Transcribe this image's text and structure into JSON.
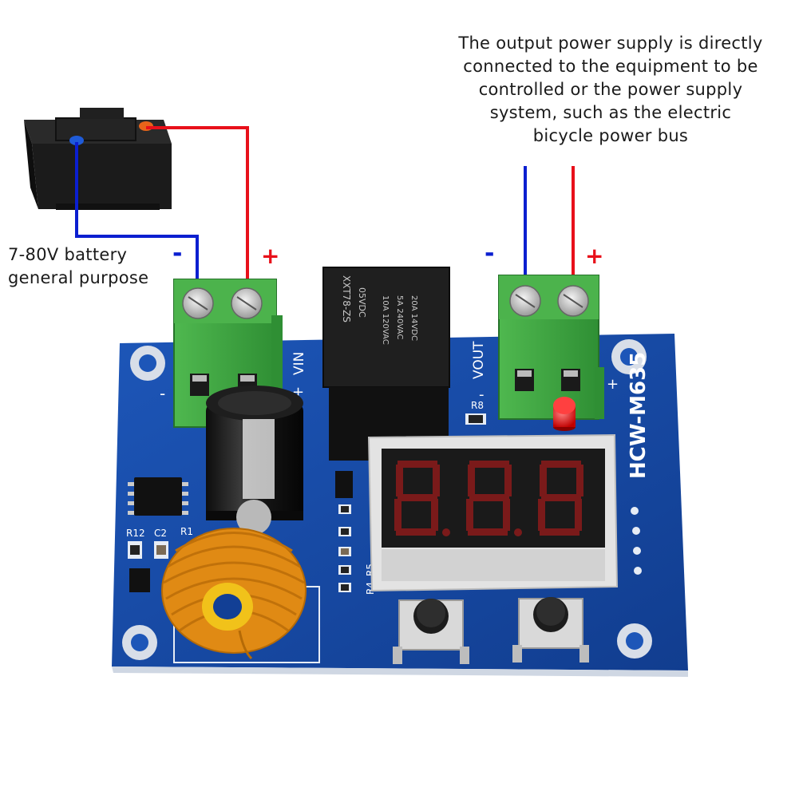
{
  "captions": {
    "output_lines": [
      "The output power supply is directly",
      "connected to the equipment to be",
      "controlled or the power supply",
      "system, such as the electric",
      "bicycle power bus"
    ],
    "input_lines": [
      "7-80V battery",
      "general purpose"
    ]
  },
  "polarity": {
    "input_minus": "-",
    "input_plus": "+",
    "output_minus": "-",
    "output_plus": "+"
  },
  "board": {
    "model": "HCW-M635",
    "vin_label": "VIN",
    "vout_label": "VOUT",
    "pin_minus": "-",
    "pin_plus": "+",
    "relay_marking": [
      "XXT78-ZS",
      "05VDC",
      "10A 120VAC",
      "5A 240VAC",
      "20A 14VDC"
    ],
    "labels": {
      "r12": "R12",
      "c2": "C2",
      "r1": "R1",
      "r4": "R4",
      "r5": "R5",
      "r8": "R8"
    }
  },
  "colors": {
    "wire_negative": "#0b1fd0",
    "wire_positive": "#e8101a",
    "pcb": "#1a4aa3",
    "terminal": "#3fa53f"
  }
}
